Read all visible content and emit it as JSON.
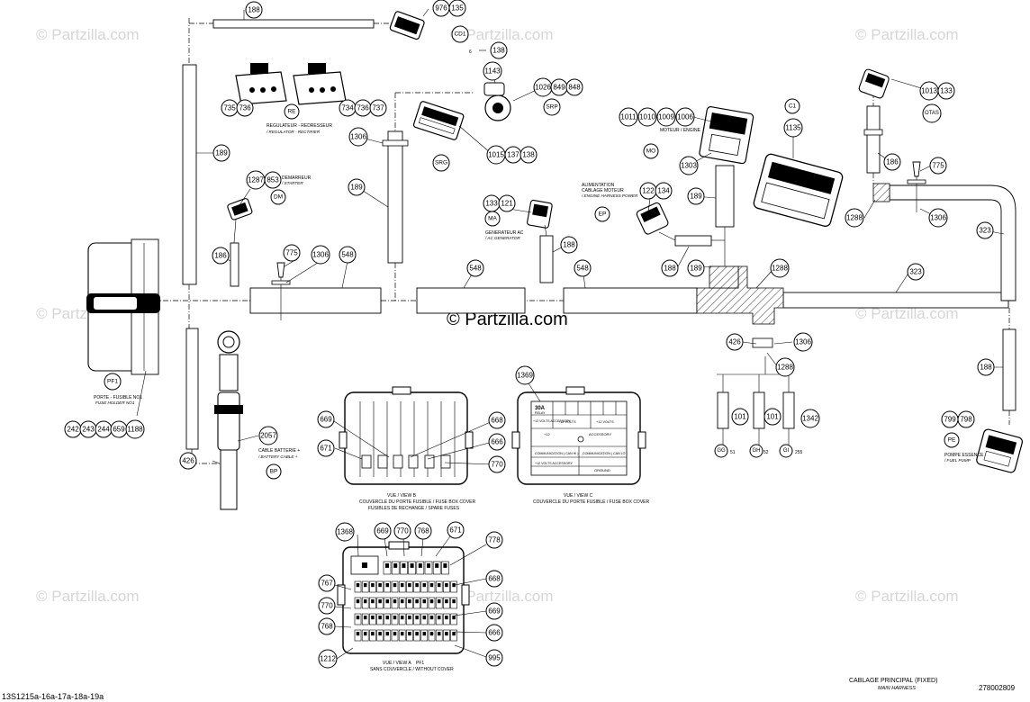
{
  "watermarks": {
    "brand": "© Partzilla.com",
    "center": "© Partzilla.com"
  },
  "callouts": {
    "c188a": "188",
    "c976": "976",
    "c135": "135",
    "c138a": "138",
    "c1143": "1143",
    "c1026": "1026",
    "c849": "849",
    "c848": "848",
    "c735": "735",
    "c736a": "736",
    "c734": "734",
    "c736b": "736",
    "c737": "737",
    "c1306a": "1306",
    "c1015": "1015",
    "c137": "137",
    "c138b": "138",
    "c1011": "1011",
    "c1010": "1010",
    "c1009": "1009",
    "c1006": "1006",
    "c1303": "1303",
    "c1135": "1135",
    "c1013": "1013",
    "c133a": "133",
    "c186a": "186",
    "c775a": "775",
    "c1288a": "1288",
    "c1306b": "1306",
    "c189a": "189",
    "c1287": "1287",
    "c853": "853",
    "c189b": "189",
    "c133b": "133",
    "c121": "121",
    "c122": "122",
    "c134": "134",
    "c189c": "189",
    "c188b": "188",
    "c188c": "188",
    "c189d": "189",
    "c323a": "323",
    "c186b": "186",
    "c775b": "775",
    "c1306c": "1306",
    "c548a": "548",
    "c548b": "548",
    "c548c": "548",
    "c1288b": "1288",
    "c323b": "323",
    "c426a": "426",
    "c1306d": "1306",
    "c1288c": "1288",
    "c188d": "188",
    "c101a": "101",
    "c101b": "101",
    "c1342": "1342",
    "c799": "799",
    "c798": "798",
    "c242": "242",
    "c243": "243",
    "c244": "244",
    "c659": "659",
    "c1188": "1188",
    "c426b": "426",
    "c2057": "2057",
    "c669a": "669",
    "c671a": "671",
    "c668a": "668",
    "c666a": "666",
    "c770a": "770",
    "c1369": "1369",
    "c1368": "1368",
    "c669b": "669",
    "c770b": "770",
    "c768a": "768",
    "c671b": "671",
    "c778": "778",
    "c668b": "668",
    "c767": "767",
    "c770c": "770",
    "c669c": "669",
    "c768b": "768",
    "c666b": "666",
    "c1212": "1212",
    "c995": "995"
  },
  "tags": {
    "cd1": "CD1",
    "re": "RE",
    "srp": "SRP",
    "srg": "SRG",
    "mo": "MO",
    "c1": "C1",
    "otas": "OTAS",
    "dm": "DM",
    "ma": "MA",
    "ep": "EP",
    "pf1": "PF1",
    "bp": "BP",
    "pe": "PE",
    "gg": "GG",
    "gh": "GH",
    "gi": "GI"
  },
  "labels": {
    "six": "6",
    "regulator_fr": "REGULATEUR - REDRESSEUR",
    "regulator_en": "/ REGULATOR - RECTIFIER",
    "moteur_fr": "MOTEUR / ENGINE",
    "demarreur_fr": "DEMARREUR",
    "demarreur_en": "/ STARTER",
    "generator_fr": "GENERATEUR AC",
    "generator_en": "/ AC GENERATOR",
    "alim_fr1": "ALIMENTATION",
    "alim_fr2": "CABLAGE MOTEUR",
    "alim_en": "/ ENGINE HARNESS POWER",
    "fuse_fr": "PORTE - FUSIBLE NO1",
    "fuse_en": "FUSE HOLDER NO1",
    "cable_fr": "CABLE BATTERIE +",
    "cable_en": "/ BATTERY CABLE +",
    "pompe_fr": "POMPE ESSENCE",
    "pompe_en": "/ FUEL PUMP",
    "g51": "51",
    "g52": "52",
    "g255": "255",
    "viewb_1": "VUE / VIEW B",
    "viewb_2": "COUVERCLE DU PORTE FUSIBLE / FUSE BOX COVER",
    "viewb_3": "FUSIBLES DE RECHANGE / SPARE FUSES",
    "viewc_1": "VUE / VIEW C",
    "viewc_2": "COUVERCLE DU PORTE FUSIBLE / FUSE BOX COVER",
    "viewa_1": "VUE / VIEW A",
    "viewa_pf": "PF1",
    "viewa_2": "SANS COUVERCLE / WITHOUT COVER",
    "fusec_30a": "30A",
    "fusec_relay": "RELAY",
    "fusec_12acc": "+12 VOLTS ACCESSORY",
    "fusec_12v": "+12 VOLTS",
    "fusec_12": "+12",
    "fusec_acc": "ACCESSORY",
    "fusec_can_hi": "COMMUNICATION ( CAN HI )",
    "fusec_can_lo": "COMMUNICATION ( CAN LO )",
    "fusec_12acc2": "+12 VOLTS ACCESSORY",
    "fusec_ground": "GROUND",
    "title_fr": "CABLAGE PRINCIPAL (FIXED)",
    "title_en": "MAIN HARNESS",
    "doc_number": "278002809",
    "figure_code": "13S1215a-16a-17a-18a-19a"
  }
}
